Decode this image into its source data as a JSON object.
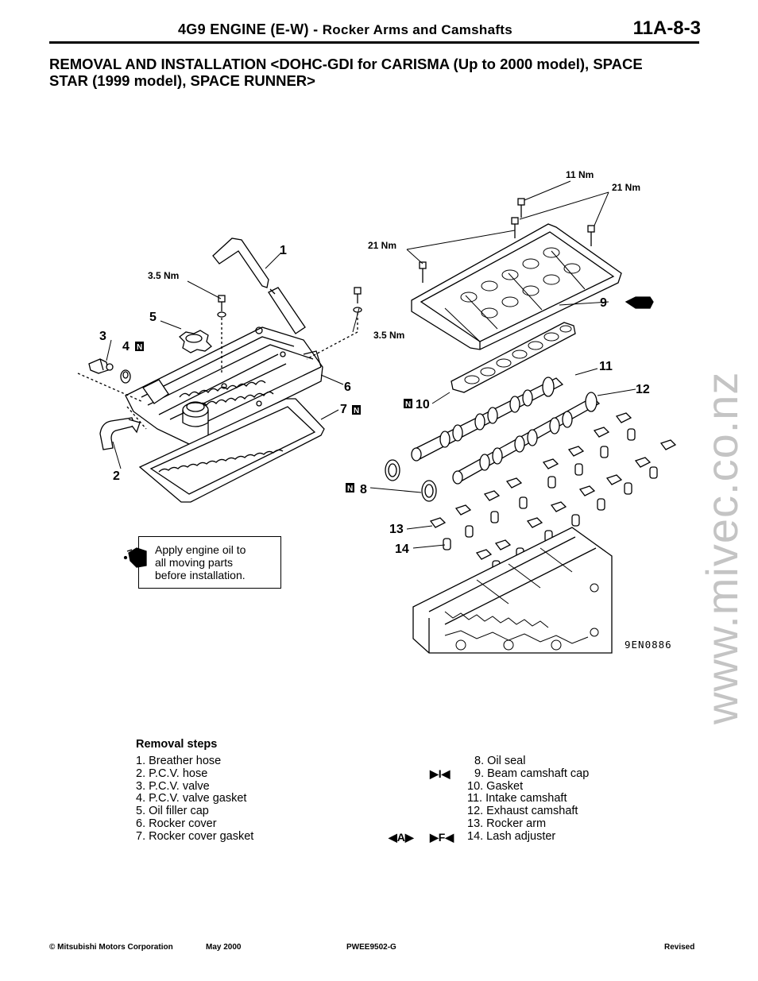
{
  "header": {
    "title": "4G9 ENGINE (E-W)  -",
    "subtitle": "Rocker Arms and Camshafts",
    "page_number": "11A-8-3"
  },
  "section_title": "REMOVAL AND INSTALLATION <DOHC-GDI for CARISMA (Up to 2000 model), SPACE STAR (1999 model), SPACE RUNNER>",
  "diagram": {
    "torques": {
      "t1": "11 Nm",
      "t2": "21 Nm",
      "t3": "21 Nm",
      "t4": "3.5 Nm",
      "t5": "3.5 Nm"
    },
    "callouts": [
      "1",
      "2",
      "3",
      "4",
      "5",
      "6",
      "7",
      "8",
      "9",
      "10",
      "11",
      "12",
      "13",
      "14"
    ],
    "new_part_mark": "N",
    "figure_code": "9EN0886"
  },
  "note": "Apply engine oil to\nall moving parts\nbefore installation.",
  "removal_steps": {
    "title": "Removal steps",
    "left": [
      "1. Breather hose",
      "2. P.C.V. hose",
      "3. P.C.V. valve",
      "4. P.C.V. valve gasket",
      "5. Oil filler cap",
      "6. Rocker cover",
      "7. Rocker cover gasket"
    ],
    "right": [
      "8. Oil seal",
      "9. Beam camshaft cap",
      "10. Gasket",
      "11. Intake camshaft",
      "12. Exhaust camshaft",
      "13. Rocker arm",
      "14. Lash adjuster"
    ],
    "mark_9": "▶I◀",
    "mark_14a": "◀A▶",
    "mark_14b": "▶F◀"
  },
  "watermark": "www.mivec.co.nz",
  "footer": {
    "copyright": "© Mitsubishi Motors Corporation",
    "date": "May 2000",
    "code": "PWEE9502-G",
    "status": "Revised"
  }
}
